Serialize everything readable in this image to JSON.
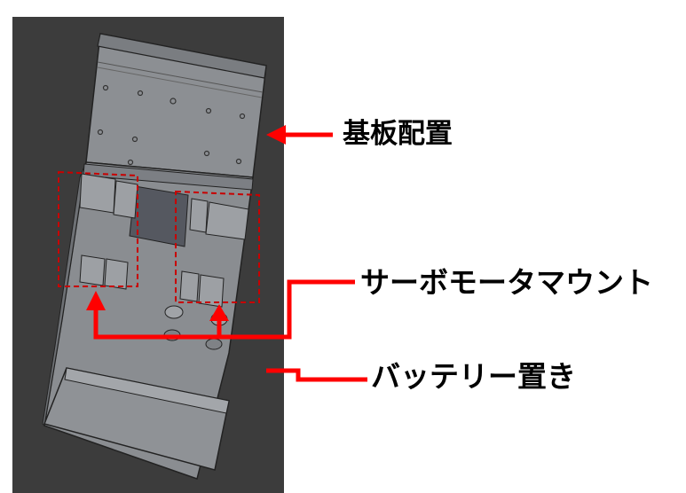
{
  "labels": {
    "board_placement": "基板配置",
    "servo_motor_mount": "サーボモータマウント",
    "battery_holder": "バッテリー置き"
  },
  "colors": {
    "viewport_background": "#3c3c3c",
    "model_face": "#8a8d91",
    "model_edge": "#2a2a2a",
    "arrow": "#ff0000",
    "dashed_highlight": "#c80000"
  }
}
